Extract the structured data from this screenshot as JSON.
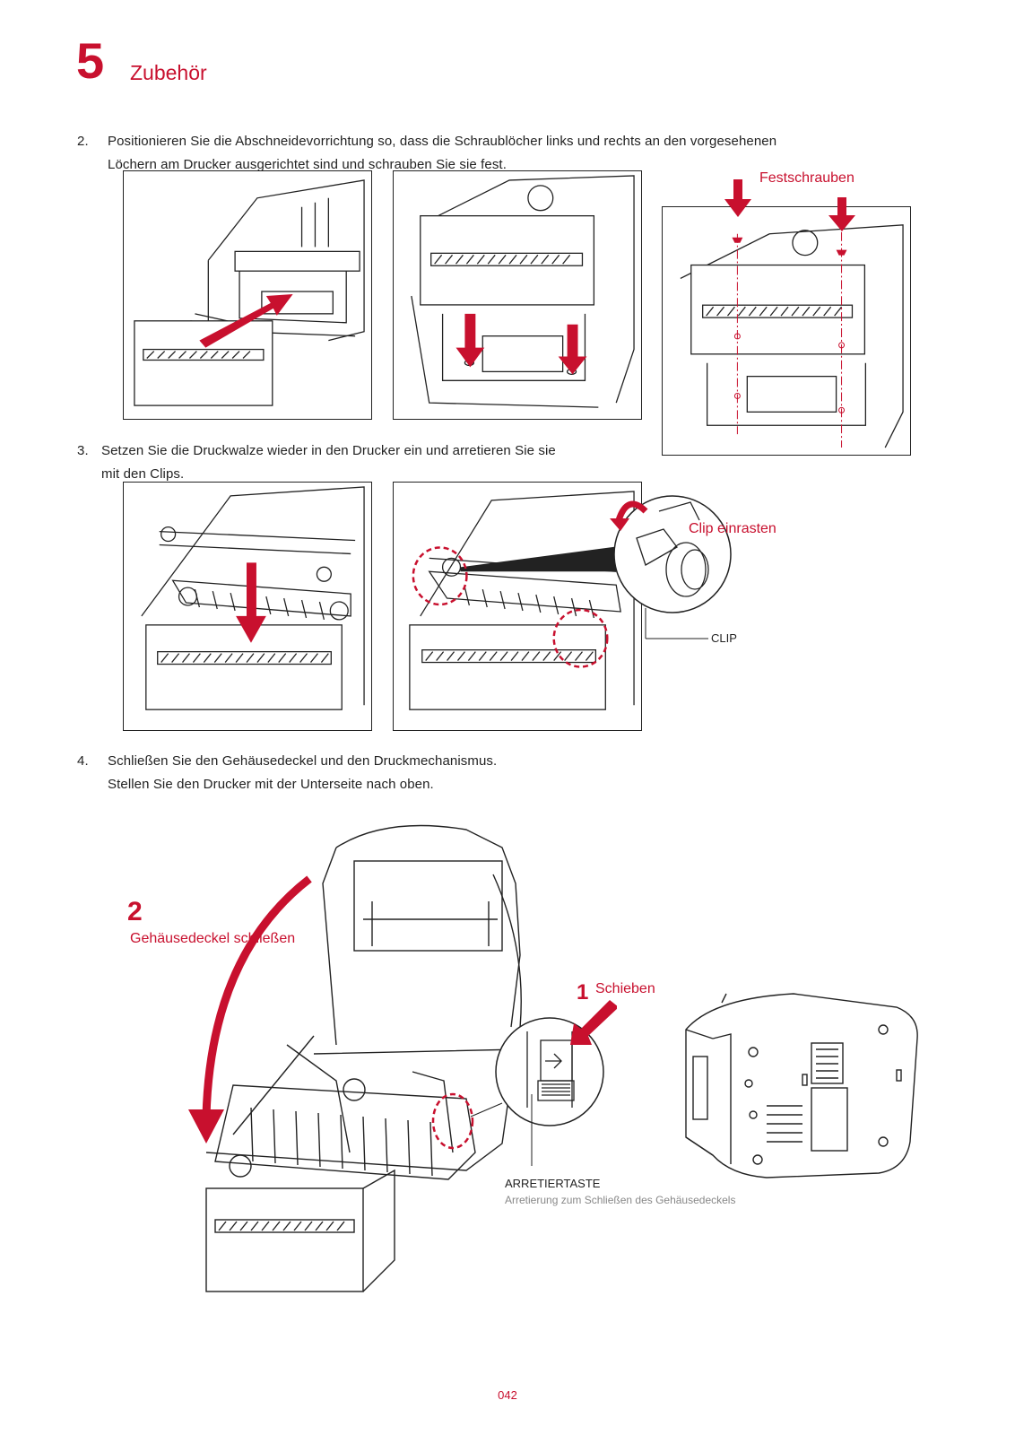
{
  "chapter": {
    "number": "5",
    "title": "Zubehör"
  },
  "steps": [
    {
      "num": "2.",
      "lines": [
        "Positionieren Sie die Abschneidevorrichtung so, dass die Schraublöcher links und rechts an den vorgesehenen",
        "Löchern am Drucker ausgerichtet sind und schrauben Sie sie fest."
      ]
    },
    {
      "num": "3.",
      "lines": [
        "Setzen Sie die Druckwalze wieder in den Drucker ein und arretieren Sie sie",
        "mit den Clips."
      ]
    },
    {
      "num": "4.",
      "lines": [
        "Schließen Sie den Gehäusedeckel und den Druckmechanismus.",
        "Stellen Sie den Drucker mit der Unterseite nach oben."
      ]
    }
  ],
  "labels": {
    "festschrauben": "Festschrauben",
    "clip_einrasten": "Clip einrasten",
    "clip": "CLIP",
    "step2_num": "2",
    "gehaeuse_schliessen": "Gehäusedeckel schließen",
    "step1_num": "1",
    "schieben": "Schieben",
    "arretiertaste": "ARRETIERTASTE",
    "arretierung_desc": "Arretierung zum Schließen des Gehäusedeckels"
  },
  "page_number": "042",
  "colors": {
    "accent": "#c8102e",
    "line": "#222222"
  }
}
